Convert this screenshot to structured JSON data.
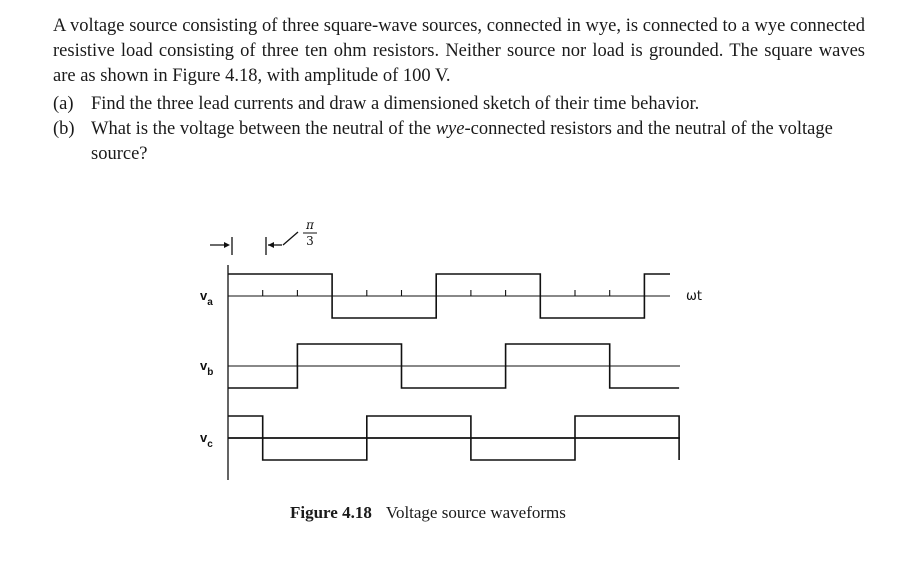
{
  "problem": {
    "statement": "A voltage source consisting of three square-wave sources, connected in wye, is connected to a wye connected resistive load consisting of three ten ohm resistors. Neither source nor load is grounded. The square waves are as shown in Figure 4.18, with amplitude of 100 V.",
    "parts": [
      {
        "label": "(a)",
        "text": "Find the three lead currents and draw a dimensioned sketch of their time behavior."
      },
      {
        "label": "(b)",
        "text_before": "What is the voltage between the neutral of the ",
        "text_emph": "wye",
        "text_after": "-connected resistors and the neutral of the voltage source?"
      }
    ]
  },
  "figure": {
    "caption_number": "Figure 4.18",
    "caption_text": "Voltage source waveforms",
    "interval_numerator": "π",
    "interval_denominator": "3",
    "time_axis_label": "ωt",
    "waveforms": [
      {
        "name": "v",
        "subscript": "a",
        "phase_shift_intervals": 0
      },
      {
        "name": "v",
        "subscript": "b",
        "phase_shift_intervals": 2
      },
      {
        "name": "v",
        "subscript": "c",
        "phase_shift_intervals": 4
      }
    ]
  }
}
